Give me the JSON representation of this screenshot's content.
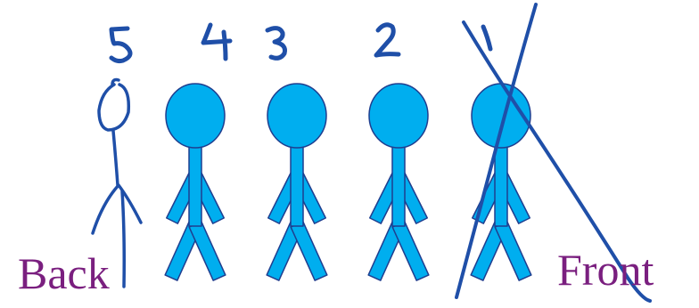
{
  "colors": {
    "figure_fill": "#00AEEF",
    "figure_stroke": "#1F3E8F",
    "ink": "#1F4FA8",
    "label": "#7A1F7F"
  },
  "labels": {
    "back": "Back",
    "front": "Front"
  },
  "queue": {
    "positions": [
      {
        "number": "5",
        "style": "hand-drawn"
      },
      {
        "number": "4",
        "style": "filled"
      },
      {
        "number": "3",
        "style": "filled"
      },
      {
        "number": "2",
        "style": "filled"
      },
      {
        "number": "1",
        "style": "filled",
        "crossed_out": true
      }
    ]
  }
}
